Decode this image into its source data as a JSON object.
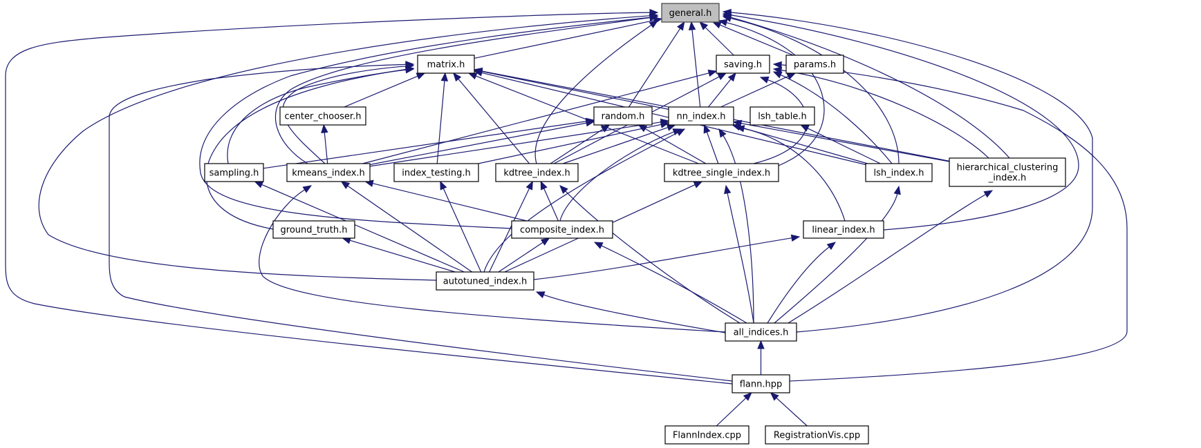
{
  "title": "include dependency graph for general.h",
  "colors": {
    "edge": "#191970",
    "root_fill": "#bfbfbf",
    "node_fill": "#ffffff",
    "border": "#000000"
  },
  "nodes": [
    {
      "id": "general",
      "label": [
        "general.h"
      ],
      "root": true
    },
    {
      "id": "matrix",
      "label": [
        "matrix.h"
      ]
    },
    {
      "id": "saving",
      "label": [
        "saving.h"
      ]
    },
    {
      "id": "params",
      "label": [
        "params.h"
      ]
    },
    {
      "id": "center_chooser",
      "label": [
        "center_chooser.h"
      ]
    },
    {
      "id": "random",
      "label": [
        "random.h"
      ]
    },
    {
      "id": "nn_index",
      "label": [
        "nn_index.h"
      ]
    },
    {
      "id": "lsh_table",
      "label": [
        "lsh_table.h"
      ]
    },
    {
      "id": "sampling",
      "label": [
        "sampling.h"
      ]
    },
    {
      "id": "kmeans_index",
      "label": [
        "kmeans_index.h"
      ]
    },
    {
      "id": "index_testing",
      "label": [
        "index_testing.h"
      ]
    },
    {
      "id": "kdtree_index",
      "label": [
        "kdtree_index.h"
      ]
    },
    {
      "id": "kdtree_single_index",
      "label": [
        "kdtree_single_index.h"
      ]
    },
    {
      "id": "lsh_index",
      "label": [
        "lsh_index.h"
      ]
    },
    {
      "id": "hierarchical_clustering_index",
      "label": [
        "hierarchical_clustering",
        "_index.h"
      ]
    },
    {
      "id": "ground_truth",
      "label": [
        "ground_truth.h"
      ]
    },
    {
      "id": "composite_index",
      "label": [
        "composite_index.h"
      ]
    },
    {
      "id": "linear_index",
      "label": [
        "linear_index.h"
      ]
    },
    {
      "id": "autotuned_index",
      "label": [
        "autotuned_index.h"
      ]
    },
    {
      "id": "all_indices",
      "label": [
        "all_indices.h"
      ]
    },
    {
      "id": "flann_hpp",
      "label": [
        "flann.hpp"
      ]
    },
    {
      "id": "FlannIndex_cpp",
      "label": [
        "FlannIndex.cpp"
      ]
    },
    {
      "id": "RegistrationVis_cpp",
      "label": [
        "RegistrationVis.cpp"
      ]
    }
  ],
  "edges": [
    {
      "from": "matrix",
      "to": "general"
    },
    {
      "from": "saving",
      "to": "general"
    },
    {
      "from": "params",
      "to": "general"
    },
    {
      "from": "random",
      "to": "general"
    },
    {
      "from": "nn_index",
      "to": "general"
    },
    {
      "from": "kmeans_index",
      "to": "general"
    },
    {
      "from": "kdtree_index",
      "to": "general"
    },
    {
      "from": "kdtree_single_index",
      "to": "general"
    },
    {
      "from": "lsh_index",
      "to": "general"
    },
    {
      "from": "hierarchical_clustering_index",
      "to": "general"
    },
    {
      "from": "composite_index",
      "to": "general"
    },
    {
      "from": "linear_index",
      "to": "general"
    },
    {
      "from": "autotuned_index",
      "to": "general"
    },
    {
      "from": "all_indices",
      "to": "general"
    },
    {
      "from": "flann_hpp",
      "to": "general"
    },
    {
      "from": "center_chooser",
      "to": "matrix"
    },
    {
      "from": "nn_index",
      "to": "matrix"
    },
    {
      "from": "sampling",
      "to": "matrix"
    },
    {
      "from": "kmeans_index",
      "to": "matrix"
    },
    {
      "from": "index_testing",
      "to": "matrix"
    },
    {
      "from": "kdtree_index",
      "to": "matrix"
    },
    {
      "from": "kdtree_single_index",
      "to": "matrix"
    },
    {
      "from": "lsh_index",
      "to": "matrix"
    },
    {
      "from": "hierarchical_clustering_index",
      "to": "matrix"
    },
    {
      "from": "ground_truth",
      "to": "matrix"
    },
    {
      "from": "flann_hpp",
      "to": "matrix"
    },
    {
      "from": "nn_index",
      "to": "saving"
    },
    {
      "from": "kmeans_index",
      "to": "saving"
    },
    {
      "from": "kdtree_index",
      "to": "saving"
    },
    {
      "from": "kdtree_single_index",
      "to": "saving"
    },
    {
      "from": "lsh_index",
      "to": "saving"
    },
    {
      "from": "hierarchical_clustering_index",
      "to": "saving"
    },
    {
      "from": "flann_hpp",
      "to": "saving"
    },
    {
      "from": "nn_index",
      "to": "params"
    },
    {
      "from": "kmeans_index",
      "to": "center_chooser"
    },
    {
      "from": "sampling",
      "to": "random"
    },
    {
      "from": "kmeans_index",
      "to": "random"
    },
    {
      "from": "kdtree_index",
      "to": "random"
    },
    {
      "from": "kdtree_single_index",
      "to": "random"
    },
    {
      "from": "kmeans_index",
      "to": "nn_index"
    },
    {
      "from": "index_testing",
      "to": "nn_index"
    },
    {
      "from": "kdtree_index",
      "to": "nn_index"
    },
    {
      "from": "kdtree_single_index",
      "to": "nn_index"
    },
    {
      "from": "lsh_index",
      "to": "nn_index"
    },
    {
      "from": "hierarchical_clustering_index",
      "to": "nn_index"
    },
    {
      "from": "composite_index",
      "to": "nn_index"
    },
    {
      "from": "linear_index",
      "to": "nn_index"
    },
    {
      "from": "autotuned_index",
      "to": "nn_index"
    },
    {
      "from": "all_indices",
      "to": "nn_index"
    },
    {
      "from": "lsh_index",
      "to": "lsh_table"
    },
    {
      "from": "autotuned_index",
      "to": "sampling"
    },
    {
      "from": "composite_index",
      "to": "kmeans_index"
    },
    {
      "from": "autotuned_index",
      "to": "kmeans_index"
    },
    {
      "from": "all_indices",
      "to": "kmeans_index"
    },
    {
      "from": "autotuned_index",
      "to": "index_testing"
    },
    {
      "from": "composite_index",
      "to": "kdtree_index"
    },
    {
      "from": "autotuned_index",
      "to": "kdtree_index"
    },
    {
      "from": "all_indices",
      "to": "kdtree_index"
    },
    {
      "from": "autotuned_index",
      "to": "kdtree_single_index"
    },
    {
      "from": "all_indices",
      "to": "kdtree_single_index"
    },
    {
      "from": "all_indices",
      "to": "lsh_index"
    },
    {
      "from": "all_indices",
      "to": "hierarchical_clustering_index"
    },
    {
      "from": "autotuned_index",
      "to": "ground_truth"
    },
    {
      "from": "autotuned_index",
      "to": "composite_index"
    },
    {
      "from": "all_indices",
      "to": "composite_index"
    },
    {
      "from": "autotuned_index",
      "to": "linear_index"
    },
    {
      "from": "all_indices",
      "to": "linear_index"
    },
    {
      "from": "all_indices",
      "to": "autotuned_index"
    },
    {
      "from": "flann_hpp",
      "to": "all_indices"
    },
    {
      "from": "FlannIndex_cpp",
      "to": "flann_hpp"
    },
    {
      "from": "RegistrationVis_cpp",
      "to": "flann_hpp"
    }
  ]
}
